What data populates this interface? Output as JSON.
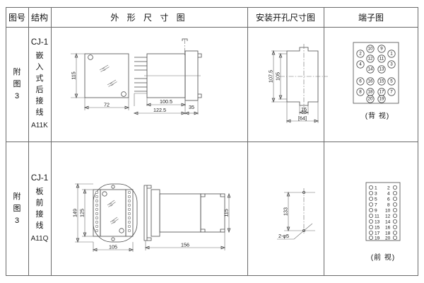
{
  "table": {
    "headers": [
      {
        "id": "fig-no",
        "label": "图号"
      },
      {
        "id": "structure",
        "label": "结构"
      },
      {
        "id": "outline-dim",
        "label": "外 形 尺 寸 图"
      },
      {
        "id": "mounting-hole",
        "label": "安装开孔尺寸图"
      },
      {
        "id": "terminal",
        "label": "端子图"
      }
    ],
    "rows": [
      {
        "fig_no": "附图3",
        "fig_no_chars": [
          "附",
          "图",
          "3"
        ],
        "structure": {
          "model": "CJ-1",
          "desc_chars": [
            "嵌",
            "入",
            "式",
            "后",
            "接",
            "线"
          ],
          "code": "A11K"
        },
        "outline": {
          "front": {
            "height_dim": "115",
            "width_dim": "72"
          },
          "side": {
            "dim_a": "100.5",
            "dim_b": "122.5",
            "dim_c": "35"
          }
        },
        "mounting": {
          "dim_a": "107.5",
          "dim_b": "105",
          "dim_c": "16",
          "dim_d": "[64]"
        },
        "terminal": {
          "view_label": "(背 视)",
          "layout": "back-view-staggered",
          "columns": {
            "left_outer": [
              "2",
              "4",
              "6",
              "8"
            ],
            "inner_left": [
              "10",
              "12",
              "14",
              "16",
              "18",
              "20"
            ],
            "inner_right": [
              "9",
              "11",
              "13",
              "15",
              "17",
              "19"
            ],
            "right_outer": [
              "1",
              "3",
              "5",
              "7"
            ]
          }
        }
      },
      {
        "fig_no": "附图3",
        "fig_no_chars": [
          "附",
          "图",
          "3"
        ],
        "structure": {
          "model": "CJ-1",
          "desc_chars": [
            "板",
            "前",
            "接",
            "线"
          ],
          "code": "A11Q"
        },
        "outline": {
          "front": {
            "height_dim": "149",
            "inner_height_dim": "125",
            "width_dim": "105"
          },
          "side": {
            "length_dim": "156",
            "height_dim": "115"
          }
        },
        "mounting": {
          "dim_a": "133",
          "hole_note": "2-φ5"
        },
        "terminal": {
          "view_label": "(前 视)",
          "layout": "front-view-rows",
          "rows": [
            {
              "left": "1",
              "right": "2"
            },
            {
              "left": "3",
              "right": "4"
            },
            {
              "left": "5",
              "right": "6"
            },
            {
              "left": "7",
              "right": "8"
            },
            {
              "left": "9",
              "right": "10"
            },
            {
              "left": "11",
              "right": "12"
            },
            {
              "left": "13",
              "right": "14"
            },
            {
              "left": "15",
              "right": "16"
            },
            {
              "left": "17",
              "right": "18"
            },
            {
              "left": "19",
              "right": "20"
            }
          ]
        }
      }
    ]
  },
  "colors": {
    "border": "#6b6b6b",
    "line": "#4a4a4a",
    "text": "#111111",
    "background": "#ffffff"
  }
}
